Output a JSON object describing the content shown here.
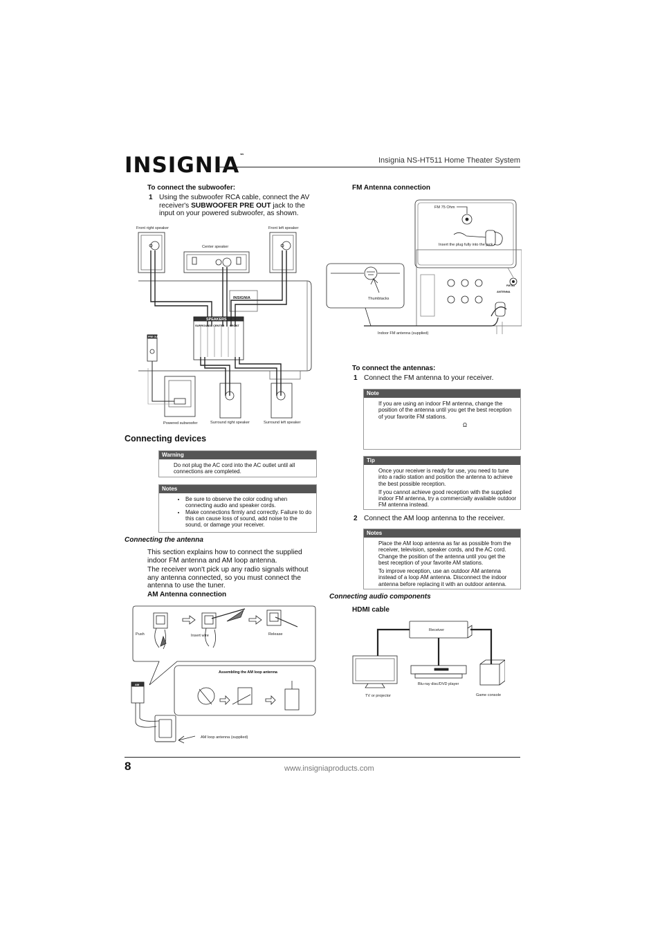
{
  "header": {
    "brand": "INSIGNIA",
    "trademark": "™",
    "title": "Insignia NS-HT511 Home Theater System"
  },
  "footer": {
    "page_number": "8",
    "url": "www.insigniaproducts.com"
  },
  "subwoofer": {
    "heading": "To connect the subwoofer:",
    "step_number": "1",
    "step_text_before": "Using the subwoofer RCA cable, connect the AV receiver's ",
    "step_text_bold": "SUBWOOFER PRE OUT",
    "step_text_after": " jack to the input on your powered subwoofer, as shown.",
    "diagram": {
      "front_right": "Front right speaker",
      "front_left": "Front left speaker",
      "center": "Center speaker",
      "powered_subwoofer": "Powered subwoofer",
      "surround_right": "Surround right speaker",
      "surround_left": "Surround left speaker",
      "receiver_logo": "INSIGNIA",
      "speakers_label": "SPEAKERS",
      "surround_label": "SURROUND",
      "center_label": "CENTER",
      "front_label": "FRONT",
      "pre_out_label": "PRE OUT"
    }
  },
  "connecting_devices": {
    "heading": "Connecting devices",
    "warning": {
      "title": "Warning",
      "text": "Do not plug the AC cord into the AC outlet until all connections are completed."
    },
    "notes": {
      "title": "Notes",
      "items": [
        "Be sure to observe the color coding when connecting audio and speaker cords.",
        "Make connections firmly and correctly. Failure to do this can cause loss of sound, add noise to the sound, or damage your receiver."
      ]
    }
  },
  "antenna": {
    "heading": "Connecting the antenna",
    "para1": "This section explains how to connect the supplied indoor FM antenna and AM loop antenna.",
    "para2": "The receiver won't pick up any radio signals without any antenna connected, so you must connect the antenna to use the tuner.",
    "am_heading": "AM Antenna connection",
    "am_diagram": {
      "push": "Push",
      "insert_wire": "Insert wire",
      "release": "Release",
      "assembling": "Assembling the AM loop antenna",
      "am_loop": "AM loop antenna (supplied)",
      "am_label": "AM"
    },
    "fm_heading": "FM Antenna connection",
    "fm_diagram": {
      "fm_75": "FM 75 Ohm",
      "insert_plug": "Insert the plug fully into the jack",
      "thumbtacks": "Thumbtacks",
      "indoor_fm": "Indoor FM antenna (supplied)",
      "antenna_label": "ANTENNA",
      "fm75_label": "FM75Ω"
    }
  },
  "to_connect_antennas": {
    "heading": "To connect the antennas:",
    "step1_number": "1",
    "step1_text": "Connect the FM antenna to your receiver.",
    "note": {
      "title": "Note",
      "text": "If you are using an indoor FM antenna, change the position of the antenna until you get the best reception of your favorite FM stations.",
      "symbol": "Ω"
    },
    "tip": {
      "title": "Tip",
      "para1": "Once your receiver is ready for use, you need to tune into a radio station and position the antenna to achieve the best possible reception.",
      "para2": "If you cannot achieve good reception with the supplied indoor FM antenna, try a commercially available outdoor FM antenna instead."
    },
    "step2_number": "2",
    "step2_text": "Connect the AM loop antenna to the receiver.",
    "notes2": {
      "title": "Notes",
      "para1": "Place the AM loop antenna as far as possible from the receiver, television, speaker cords, and the AC cord. Change the position of the antenna until you get the best reception of your favorite AM stations.",
      "para2": "To improve reception, use an outdoor AM antenna instead of a loop AM antenna. Disconnect the indoor antenna before replacing it with an outdoor antenna."
    }
  },
  "audio": {
    "heading": "Connecting audio components",
    "hdmi_heading": "HDMI cable",
    "diagram": {
      "receiver": "Receiver",
      "tv": "TV or projector",
      "bluray": "Blu-ray disc/DVD player",
      "game": "Game console"
    }
  }
}
